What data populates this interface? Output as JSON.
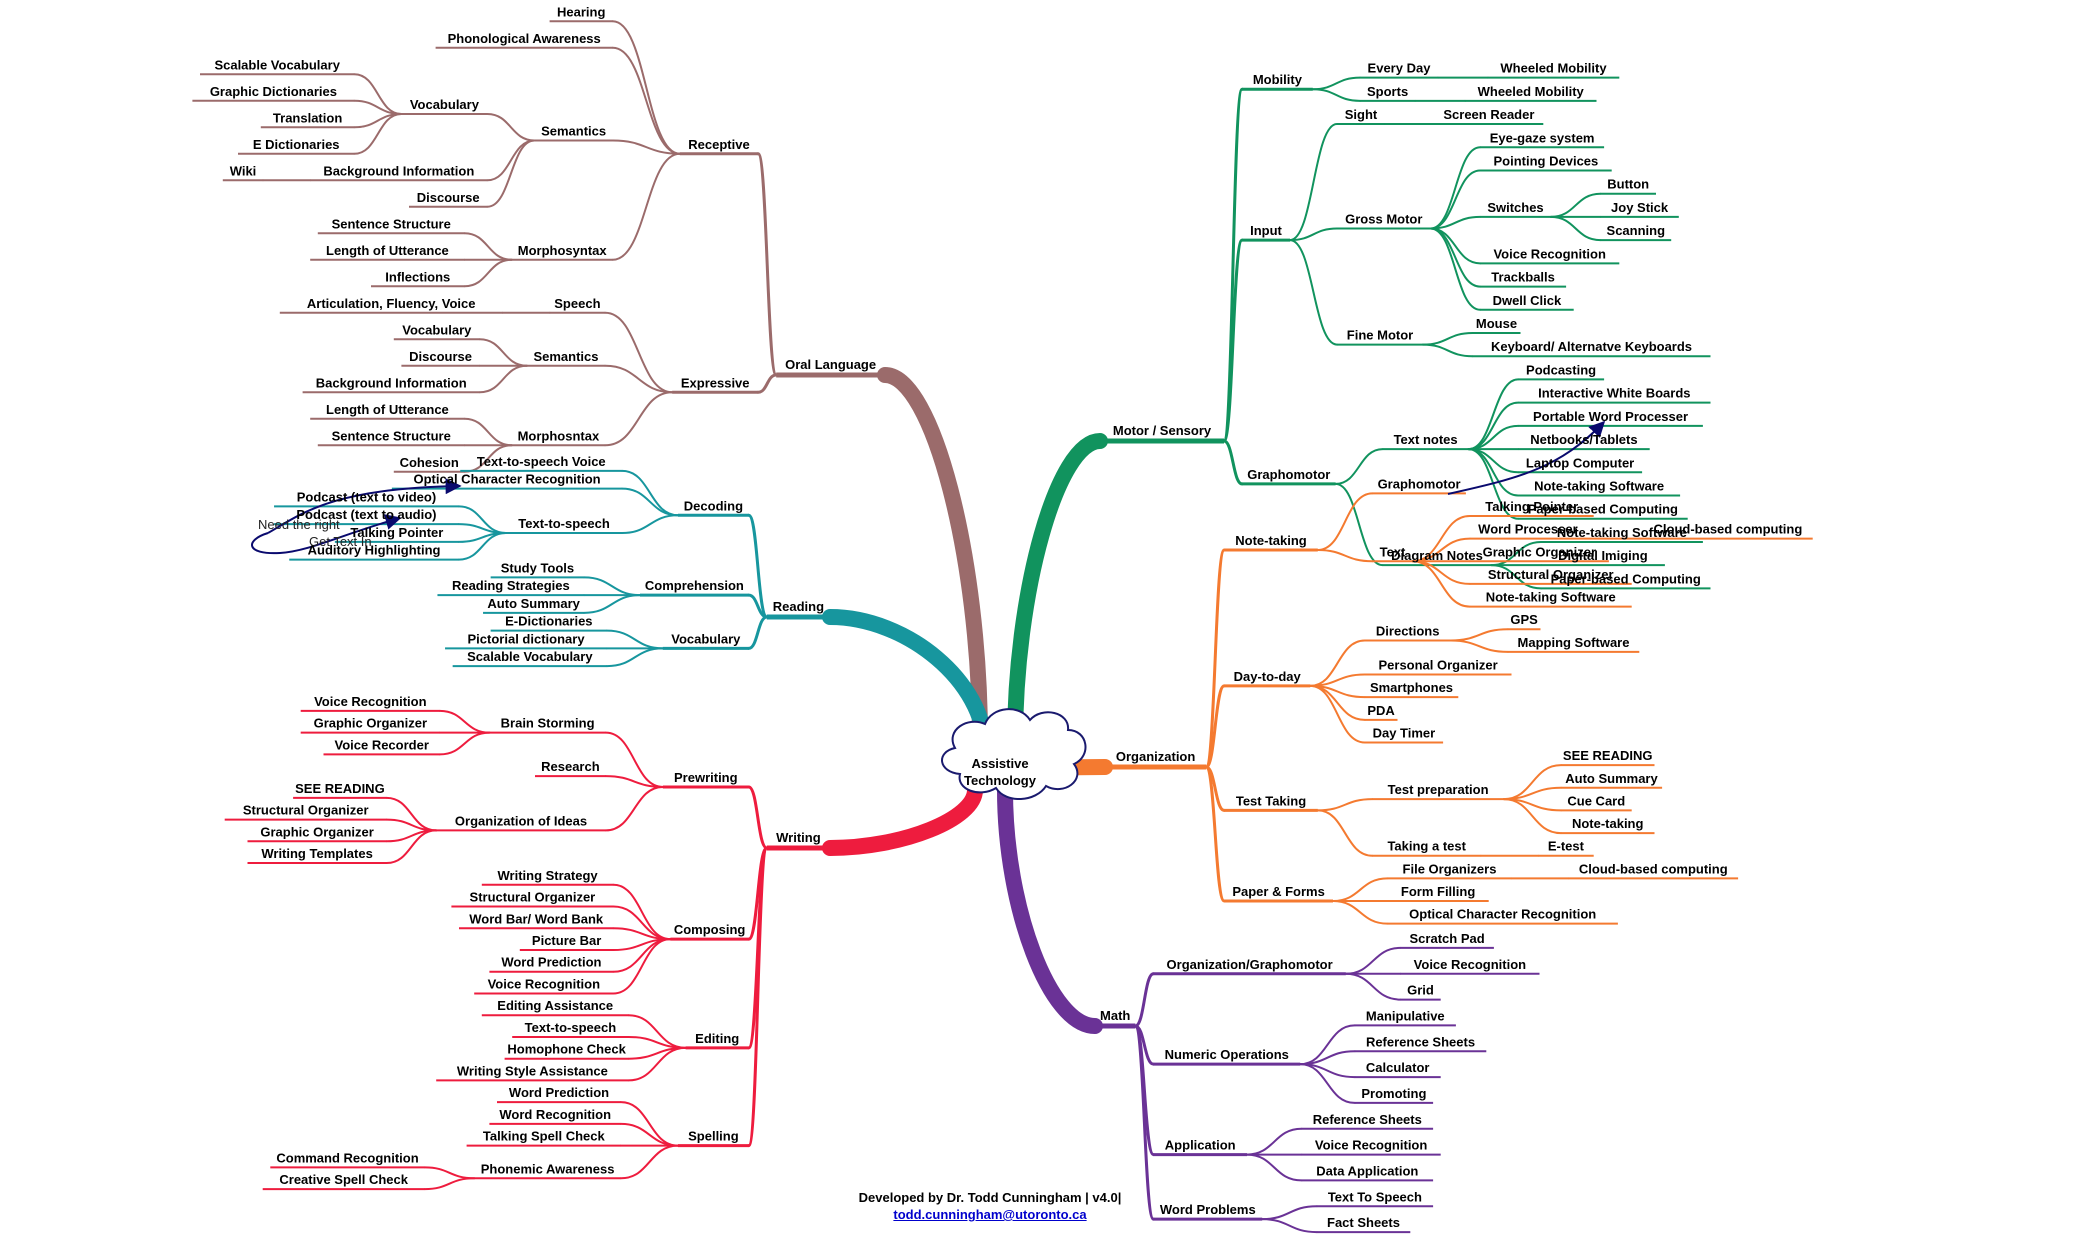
{
  "center": {
    "line1": "Assistive",
    "line2": "Technology"
  },
  "colors": {
    "oral": "#9b6b6b",
    "reading": "#17969e",
    "writing": "#ee1c3e",
    "motor": "#11935e",
    "organization": "#f47a30",
    "math": "#6a3296",
    "link": "#0a0a6e"
  },
  "branches": [
    {
      "id": "oral",
      "label": "Oral Language",
      "children": [
        {
          "label": "Receptive",
          "children": [
            {
              "label": "Hearing"
            },
            {
              "label": "Phonological Awareness"
            },
            {
              "label": "Semantics",
              "children": [
                {
                  "label": "Vocabulary",
                  "children": [
                    {
                      "label": "Scalable Vocabulary"
                    },
                    {
                      "label": "Graphic Dictionaries"
                    },
                    {
                      "label": "Translation"
                    },
                    {
                      "label": "E Dictionaries"
                    }
                  ]
                },
                {
                  "label": "Background Information",
                  "children": [
                    {
                      "label": "Wiki"
                    }
                  ]
                },
                {
                  "label": "Discourse"
                }
              ]
            },
            {
              "label": "Morphosyntax",
              "children": [
                {
                  "label": "Sentence Structure"
                },
                {
                  "label": "Length of Utterance"
                },
                {
                  "label": "Inflections"
                }
              ]
            }
          ]
        },
        {
          "label": "Expressive",
          "children": [
            {
              "label": "Speech",
              "children": [
                {
                  "label": "Articulation, Fluency, Voice"
                }
              ]
            },
            {
              "label": "Semantics",
              "children": [
                {
                  "label": "Vocabulary"
                },
                {
                  "label": "Discourse"
                },
                {
                  "label": "Background Information"
                }
              ]
            },
            {
              "label": "Morphosntax",
              "children": [
                {
                  "label": "Length of Utterance"
                },
                {
                  "label": "Sentence Structure"
                },
                {
                  "label": "Cohesion"
                }
              ]
            }
          ]
        }
      ]
    },
    {
      "id": "reading",
      "label": "Reading",
      "children": [
        {
          "label": "Decoding",
          "children": [
            {
              "label": "Text-to-speech Voice"
            },
            {
              "label": "Optical Character Recognition"
            },
            {
              "label": "Text-to-speech",
              "children": [
                {
                  "label": "Podcast (text to video)"
                },
                {
                  "label": "Podcast (text to audio)"
                },
                {
                  "label": "Talking Pointer"
                },
                {
                  "label": "Auditory Highlighting"
                }
              ]
            }
          ]
        },
        {
          "label": "Comprehension",
          "children": [
            {
              "label": "Study Tools"
            },
            {
              "label": "Reading Strategies"
            },
            {
              "label": "Auto Summary"
            }
          ]
        },
        {
          "label": "Vocabulary",
          "children": [
            {
              "label": "E-Dictionaries"
            },
            {
              "label": "Pictorial dictionary"
            },
            {
              "label": "Scalable Vocabulary"
            }
          ]
        }
      ]
    },
    {
      "id": "writing",
      "label": "Writing",
      "children": [
        {
          "label": "Prewriting",
          "children": [
            {
              "label": "Brain Storming",
              "children": [
                {
                  "label": "Voice Recognition"
                },
                {
                  "label": "Graphic Organizer"
                },
                {
                  "label": "Voice Recorder"
                }
              ]
            },
            {
              "label": "Research"
            },
            {
              "label": "Organization of Ideas",
              "children": [
                {
                  "label": "SEE READING"
                },
                {
                  "label": "Structural Organizer"
                },
                {
                  "label": "Graphic Organizer"
                },
                {
                  "label": "Writing Templates"
                }
              ]
            }
          ]
        },
        {
          "label": "Composing",
          "children": [
            {
              "label": "Writing Strategy"
            },
            {
              "label": "Structural Organizer"
            },
            {
              "label": "Word Bar/ Word Bank"
            },
            {
              "label": "Picture Bar"
            },
            {
              "label": "Word Prediction"
            },
            {
              "label": "Voice Recognition"
            }
          ]
        },
        {
          "label": "Editing",
          "children": [
            {
              "label": "Editing Assistance"
            },
            {
              "label": "Text-to-speech"
            },
            {
              "label": "Homophone Check"
            },
            {
              "label": "Writing Style Assistance"
            }
          ]
        },
        {
          "label": "Spelling",
          "children": [
            {
              "label": "Word Prediction"
            },
            {
              "label": "Word Recognition"
            },
            {
              "label": "Talking Spell Check"
            },
            {
              "label": "Phonemic Awareness",
              "children": [
                {
                  "label": "Command Recognition"
                },
                {
                  "label": "Creative Spell Check"
                }
              ]
            }
          ]
        }
      ]
    },
    {
      "id": "motor",
      "label": "Motor / Sensory",
      "children": [
        {
          "label": "Mobility",
          "children": [
            {
              "label": "Every Day",
              "children": [
                {
                  "label": "Wheeled Mobility"
                }
              ]
            },
            {
              "label": "Sports",
              "children": [
                {
                  "label": "Wheeled Mobility"
                }
              ]
            }
          ]
        },
        {
          "label": "Input",
          "children": [
            {
              "label": "Sight",
              "children": [
                {
                  "label": "Screen Reader"
                }
              ]
            },
            {
              "label": "Gross Motor",
              "children": [
                {
                  "label": "Eye-gaze system"
                },
                {
                  "label": "Pointing Devices"
                },
                {
                  "label": "Switches",
                  "children": [
                    {
                      "label": "Button"
                    },
                    {
                      "label": "Joy Stick"
                    },
                    {
                      "label": "Scanning"
                    }
                  ]
                },
                {
                  "label": "Voice Recognition"
                },
                {
                  "label": "Trackballs"
                },
                {
                  "label": "Dwell Click"
                }
              ]
            },
            {
              "label": "Fine Motor",
              "children": [
                {
                  "label": "Mouse"
                },
                {
                  "label": "Keyboard/ Alternatve Keyboards"
                }
              ]
            }
          ]
        },
        {
          "label": "Graphomotor",
          "children": [
            {
              "label": "Text notes",
              "children": [
                {
                  "label": "Podcasting"
                },
                {
                  "label": "Interactive White Boards"
                },
                {
                  "label": "Portable Word Processer"
                },
                {
                  "label": "Netbooks/Tablets"
                },
                {
                  "label": "Laptop Computer"
                },
                {
                  "label": "Note-taking Software"
                },
                {
                  "label": "Paper-based Computing"
                }
              ]
            },
            {
              "label": "Diagram Notes",
              "children": [
                {
                  "label": "Note-taking Software"
                },
                {
                  "label": "Digital Imiging"
                },
                {
                  "label": "Paper-based Computing"
                }
              ]
            }
          ]
        }
      ]
    },
    {
      "id": "organization",
      "label": "Organization",
      "children": [
        {
          "label": "Note-taking",
          "children": [
            {
              "label": "Graphomotor"
            },
            {
              "label": "Text",
              "children": [
                {
                  "label": "Talking Pointer"
                },
                {
                  "label": "Word Processer",
                  "children": [
                    {
                      "label": "Cloud-based computing"
                    }
                  ]
                },
                {
                  "label": "Graphic Organizer"
                },
                {
                  "label": "Structural Organizer"
                },
                {
                  "label": "Note-taking Software"
                }
              ]
            }
          ]
        },
        {
          "label": "Day-to-day",
          "children": [
            {
              "label": "Directions",
              "children": [
                {
                  "label": "GPS"
                },
                {
                  "label": "Mapping Software"
                }
              ]
            },
            {
              "label": "Personal Organizer"
            },
            {
              "label": "Smartphones"
            },
            {
              "label": "PDA"
            },
            {
              "label": "Day Timer"
            }
          ]
        },
        {
          "label": "Test Taking",
          "children": [
            {
              "label": "Test preparation",
              "children": [
                {
                  "label": "SEE READING"
                },
                {
                  "label": "Auto Summary"
                },
                {
                  "label": "Cue Card"
                },
                {
                  "label": "Note-taking"
                }
              ]
            },
            {
              "label": "Taking a test",
              "children": [
                {
                  "label": "E-test"
                }
              ]
            }
          ]
        },
        {
          "label": "Paper & Forms",
          "children": [
            {
              "label": "File Organizers",
              "children": [
                {
                  "label": "Cloud-based computing"
                }
              ]
            },
            {
              "label": "Form Filling"
            },
            {
              "label": "Optical Character Recognition"
            }
          ]
        }
      ]
    },
    {
      "id": "math",
      "label": "Math",
      "children": [
        {
          "label": "Organization/Graphomotor",
          "children": [
            {
              "label": "Scratch Pad"
            },
            {
              "label": "Voice Recognition"
            },
            {
              "label": "Grid"
            }
          ]
        },
        {
          "label": "Numeric Operations",
          "children": [
            {
              "label": "Manipulative"
            },
            {
              "label": "Reference Sheets"
            },
            {
              "label": "Calculator"
            },
            {
              "label": "Promoting"
            }
          ]
        },
        {
          "label": "Application",
          "children": [
            {
              "label": "Reference Sheets"
            },
            {
              "label": "Voice Recognition"
            },
            {
              "label": "Data Application"
            }
          ]
        },
        {
          "label": "Word Problems",
          "children": [
            {
              "label": "Text To Speech"
            },
            {
              "label": "Fact Sheets"
            }
          ]
        }
      ]
    }
  ],
  "annotations": {
    "need_right": "Need the right",
    "get_text_in": "Get Text In"
  },
  "footer": {
    "credit": "Developed by Dr. Todd Cunningham | v4.0|",
    "email": "todd.cunningham@utoronto.ca"
  }
}
